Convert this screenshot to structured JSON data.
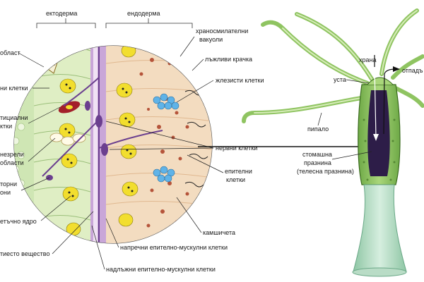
{
  "layers": {
    "ectoderm": "ектодерма",
    "endoderm": "ендодерма"
  },
  "left_labels": [
    "област",
    "ни клетки",
    "тициални",
    "ктки",
    "незрели",
    "области",
    "торни",
    "они",
    "етъчно ядро",
    "тиесто вещество"
  ],
  "right_labels": {
    "digestive_vacuoles_1": "храносмилателни",
    "digestive_vacuoles_2": "вакуоли",
    "pseudopod": "лъжливи крачка",
    "gland_cells": "жлезисти клетки",
    "nerve_cells": "нервни клетки",
    "epithelial_1": "епителни",
    "epithelial_2": "клетки",
    "flagella": "камшичета"
  },
  "bottom_labels": {
    "transverse": "напречни епително-мускулни клетки",
    "longitudinal": "надлъжни епително-мускулни клетки"
  },
  "hydra_labels": {
    "food": "храна",
    "waste": "отпадъ",
    "mouth": "уста",
    "tentacle": "пипало",
    "cavity_1": "стомашна",
    "cavity_2": "празнина",
    "cavity_3": "(телесна празнина)"
  },
  "colors": {
    "ectoderm_fill": "#dfeec4",
    "endoderm_fill": "#f3dcc0",
    "mesoglea": "#c9a6d8",
    "nerve": "#6b3f8f",
    "nucleus": "#f2de2e",
    "vacuole": "#b5543a",
    "gland": "#5fb3e8",
    "hydra_body": "#8fc461",
    "hydra_dark": "#3a6a1e"
  }
}
